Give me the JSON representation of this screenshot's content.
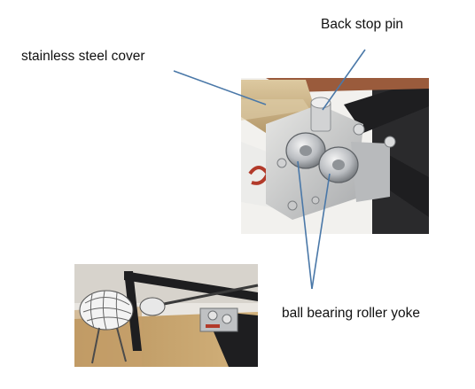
{
  "labels": {
    "cover": "stainless steel cover",
    "pin": "Back stop pin",
    "yoke": "ball bearing roller yoke"
  },
  "colors": {
    "leader_line": "#4a78a8",
    "frame_black": "#1e1e20",
    "wood_tan": "#c9ae82",
    "brushed_metal": "#c7c9cb",
    "background": "#ffffff"
  }
}
